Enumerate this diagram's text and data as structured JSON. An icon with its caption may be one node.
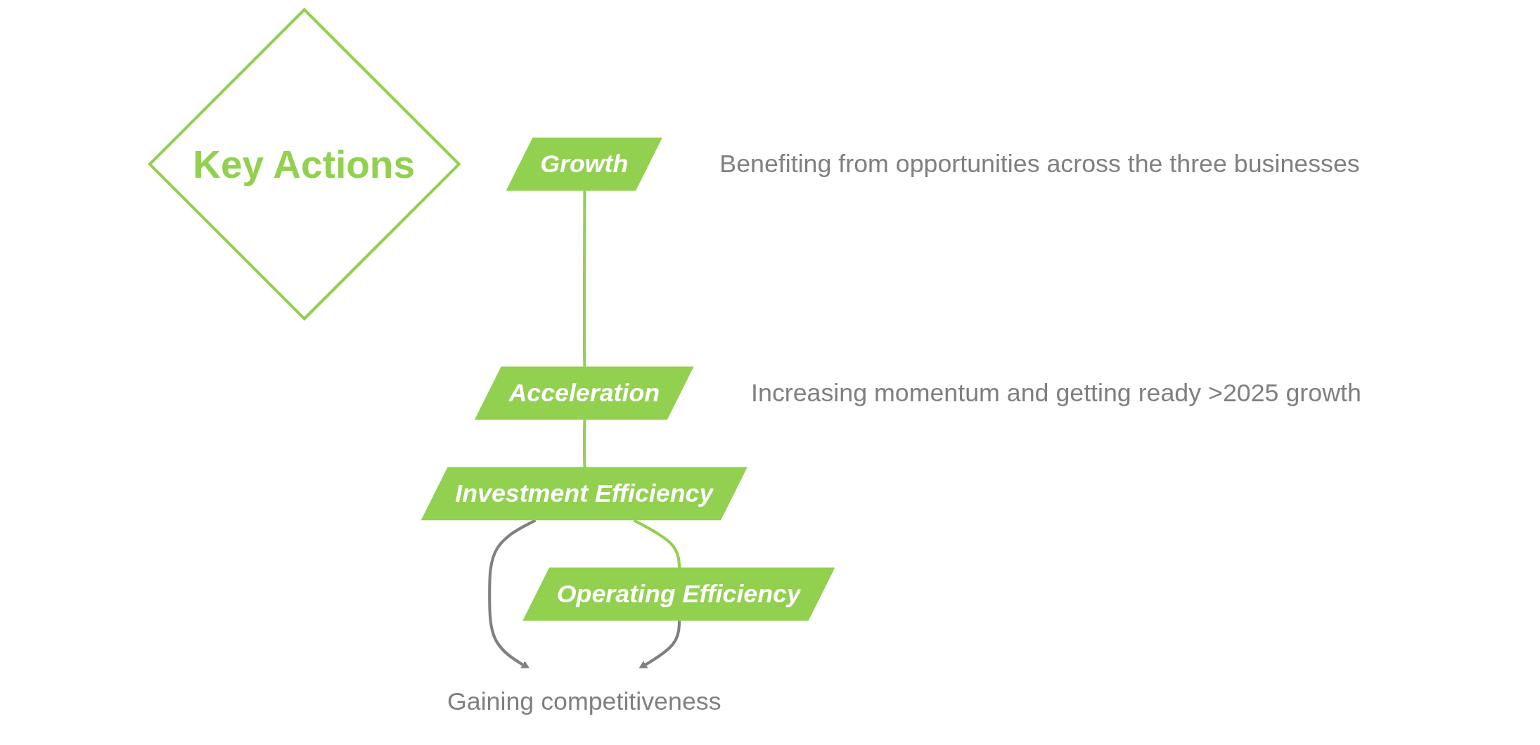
{
  "diagram": {
    "nodes": [
      {
        "text": [
          "Key Actions"
        ]
      },
      {
        "text": [
          "Growth"
        ],
        "beside": [
          "Benefiting from opportunities across the three businesses"
        ]
      },
      {
        "text": [
          "Acceleration"
        ],
        "beside": [
          "Increasing momentum and getting ready >2025 growth"
        ]
      },
      {
        "text": [
          "Investment Efficiency"
        ]
      },
      {
        "text": [
          "Operating Efficiency"
        ]
      },
      {
        "text": [
          "Gaining competitiveness"
        ]
      }
    ],
    "edges": [
      {
        "from": 1,
        "to": 2,
        "arrow": "none"
      },
      {
        "from": 2,
        "to": 3,
        "arrow": "none"
      },
      {
        "from": 3,
        "to": 4,
        "arrow": "none"
      },
      {
        "from": 3,
        "to": 5,
        "arrow": "to",
        "color": "#808080"
      },
      {
        "from": 4,
        "to": 5,
        "arrow": "to",
        "color": "#808080"
      }
    ]
  }
}
